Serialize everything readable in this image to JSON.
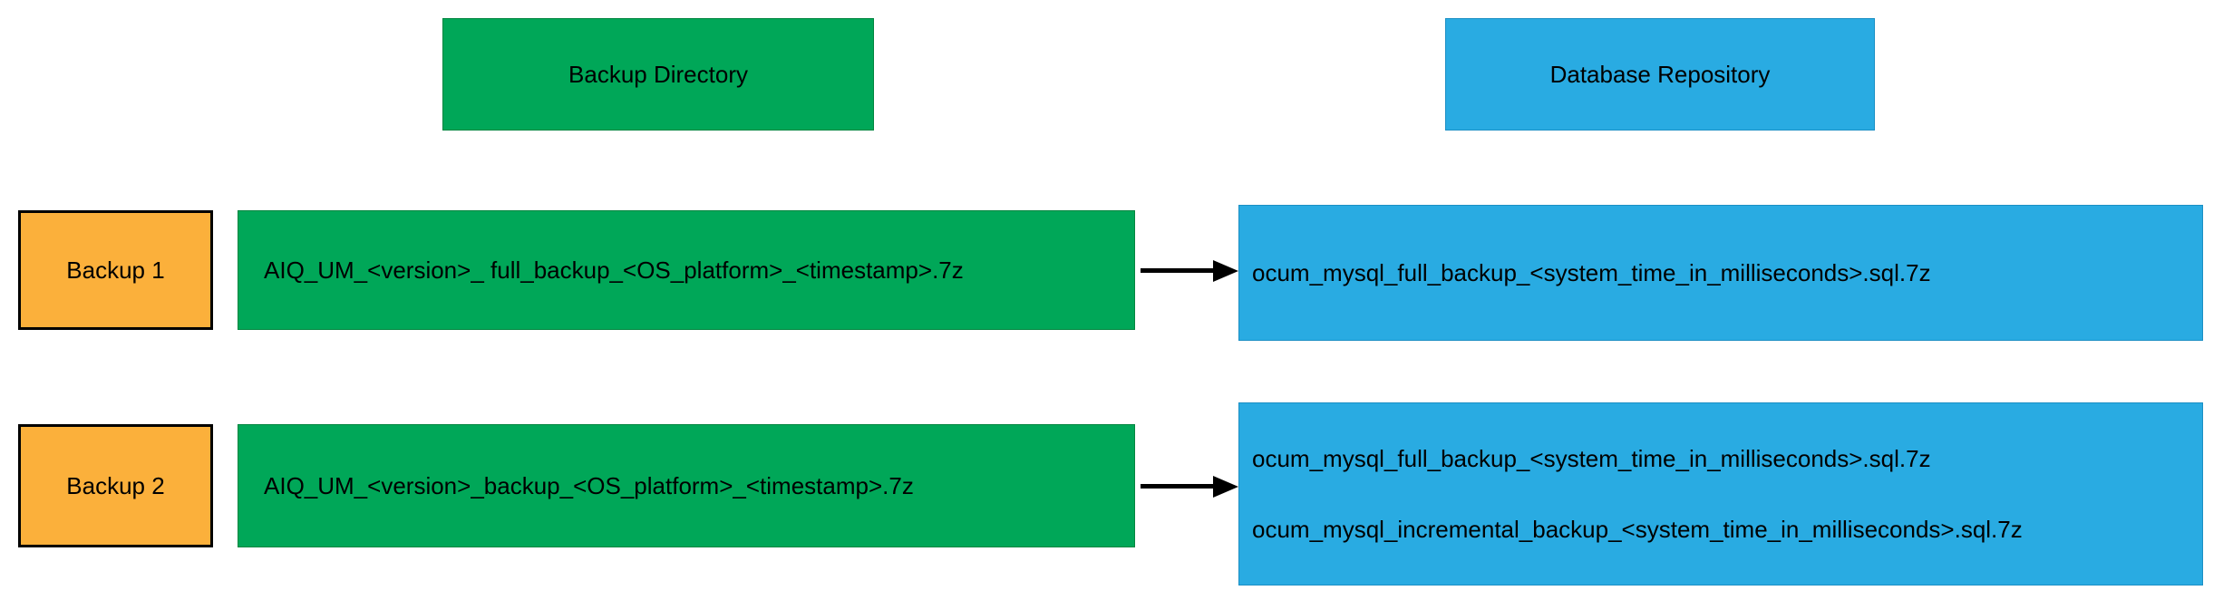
{
  "headers": {
    "backup_directory": {
      "label": "Backup Directory"
    },
    "database_repository": {
      "label": "Database Repository"
    }
  },
  "rows": [
    {
      "backup_label": "Backup 1",
      "backup_file": "AIQ_UM_<version>_ full_backup_<OS_platform>_<timestamp>.7z",
      "repository_files": [
        "ocum_mysql_full_backup_<system_time_in_milliseconds>.sql.7z"
      ]
    },
    {
      "backup_label": "Backup 2",
      "backup_file": "AIQ_UM_<version>_backup_<OS_platform>_<timestamp>.7z",
      "repository_files": [
        "ocum_mysql_full_backup_<system_time_in_milliseconds>.sql.7z",
        "ocum_mysql_incremental_backup_<system_time_in_milliseconds>.sql.7z"
      ]
    }
  ],
  "colors": {
    "green": "#00A758",
    "blue": "#29ABE2",
    "orange": "#FBB03B",
    "arrow": "#000000",
    "background": "#FFFFFF"
  }
}
